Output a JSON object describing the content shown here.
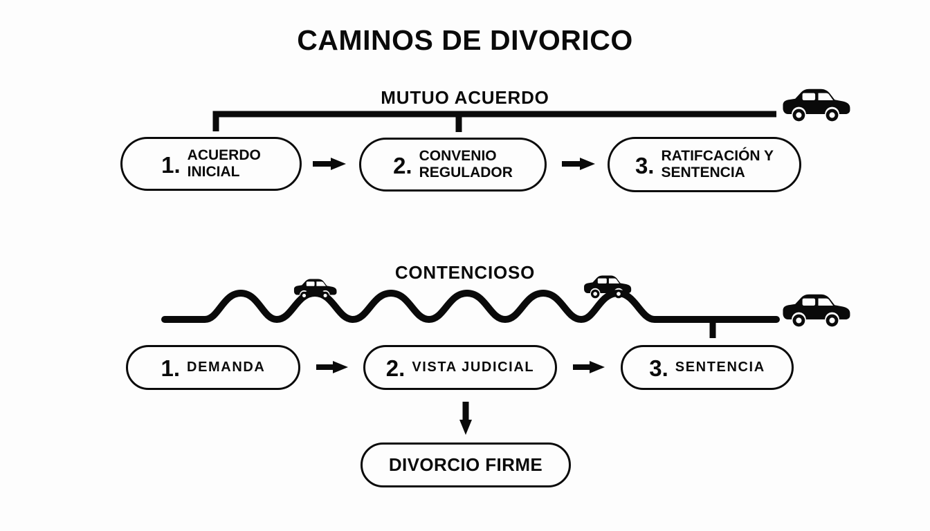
{
  "page": {
    "title": "CAMINOS DE DIVORICO",
    "background_color": "#fdfdfd",
    "ink_color": "#0a0a0a"
  },
  "sections": [
    {
      "id": "mutuo-acuerdo",
      "label": "MUTUO ACUERDO",
      "road": "straight",
      "cars": 1,
      "steps": [
        {
          "number": "1.",
          "text": "ACUERDO\nINICIAL"
        },
        {
          "number": "2.",
          "text": "CONVENIO\nREGULADOR"
        },
        {
          "number": "3.",
          "text": "RATIFCACIÓN Y\nSENTENCIA"
        }
      ],
      "arrows": [
        "arrow-right",
        "arrow-right"
      ]
    },
    {
      "id": "contencioso",
      "label": "CONTENCIOSO",
      "road": "wavy",
      "cars": 3,
      "steps": [
        {
          "number": "1.",
          "text": "DEMANDA"
        },
        {
          "number": "2.",
          "text": "VISTA JUDICIAL"
        },
        {
          "number": "3.",
          "text": "SENTENCIA"
        }
      ],
      "arrows": [
        "arrow-right",
        "arrow-right",
        "arrow-down"
      ],
      "outcome": {
        "text": "DIVORCIO FIRME"
      }
    }
  ],
  "icons": {
    "car": "car-icon",
    "arrow_right": "arrow-right-icon",
    "arrow_down": "arrow-down-icon",
    "road_tick": "road-tick-marker"
  }
}
